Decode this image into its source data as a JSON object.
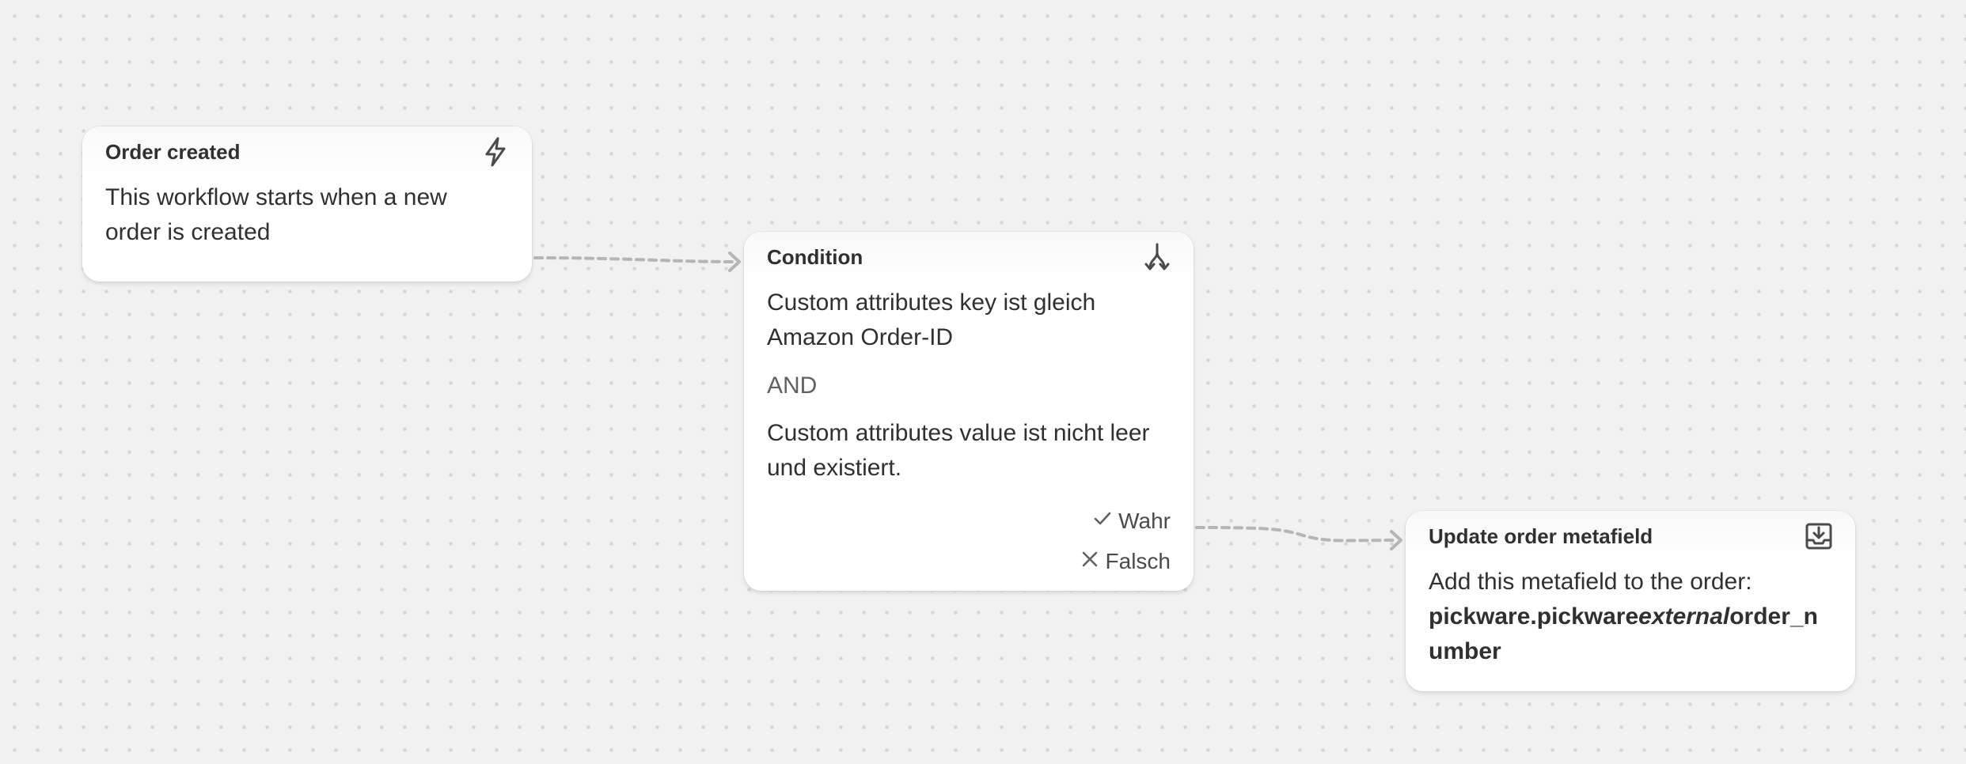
{
  "workflow": {
    "trigger": {
      "title": "Order created",
      "icon": "lightning-bolt-icon",
      "description": "This workflow starts when a new order is created"
    },
    "condition": {
      "title": "Condition",
      "icon": "branch-split-icon",
      "rule_1": "Custom attributes key ist gleich Amazon Order-ID",
      "operator": "AND",
      "rule_2": "Custom attributes value ist nicht leer und existiert.",
      "branch_true": {
        "label": "Wahr",
        "icon": "checkmark-icon"
      },
      "branch_false": {
        "label": "Falsch",
        "icon": "x-icon"
      }
    },
    "action": {
      "title": "Update order metafield",
      "icon": "download-tray-icon",
      "description": "Add this metafield to the order:",
      "field_prefix": "pickware.pickware",
      "field_emphasis": "external",
      "field_suffix": "order_number"
    }
  },
  "colors": {
    "canvas_background": "#f1f1f1",
    "canvas_dots": "#d6d6d6",
    "node_background": "#ffffff",
    "text_primary": "#303030",
    "text_secondary": "#616161",
    "connector": "#b5b5b5"
  }
}
